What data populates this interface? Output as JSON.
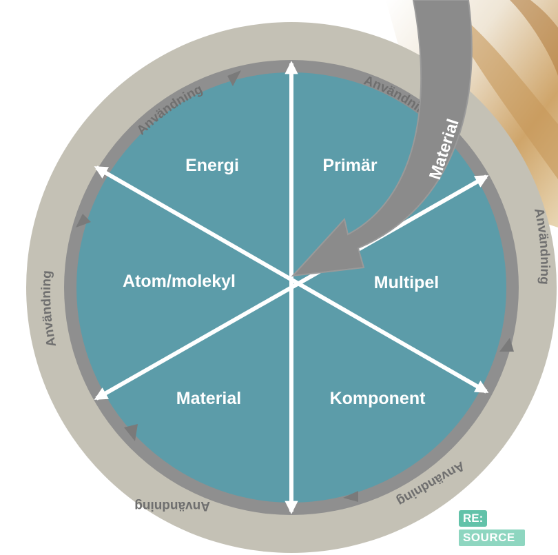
{
  "sectors": {
    "energi": "Energi",
    "primar": "Primär",
    "atom": "Atom/molekyl",
    "multipel": "Multipel",
    "material": "Material",
    "komponent": "Komponent"
  },
  "usage_label": "Användning",
  "material_flow_label": "Material",
  "logo": {
    "re": "RE:",
    "source": "SOURCE"
  },
  "colors": {
    "inner_disc": "#5c9ca9",
    "outer_ring": "#c4c1b5",
    "cycle_band": "#8f8f8f",
    "arrows": "#ffffff",
    "logo_accent": "#62c2a9"
  }
}
